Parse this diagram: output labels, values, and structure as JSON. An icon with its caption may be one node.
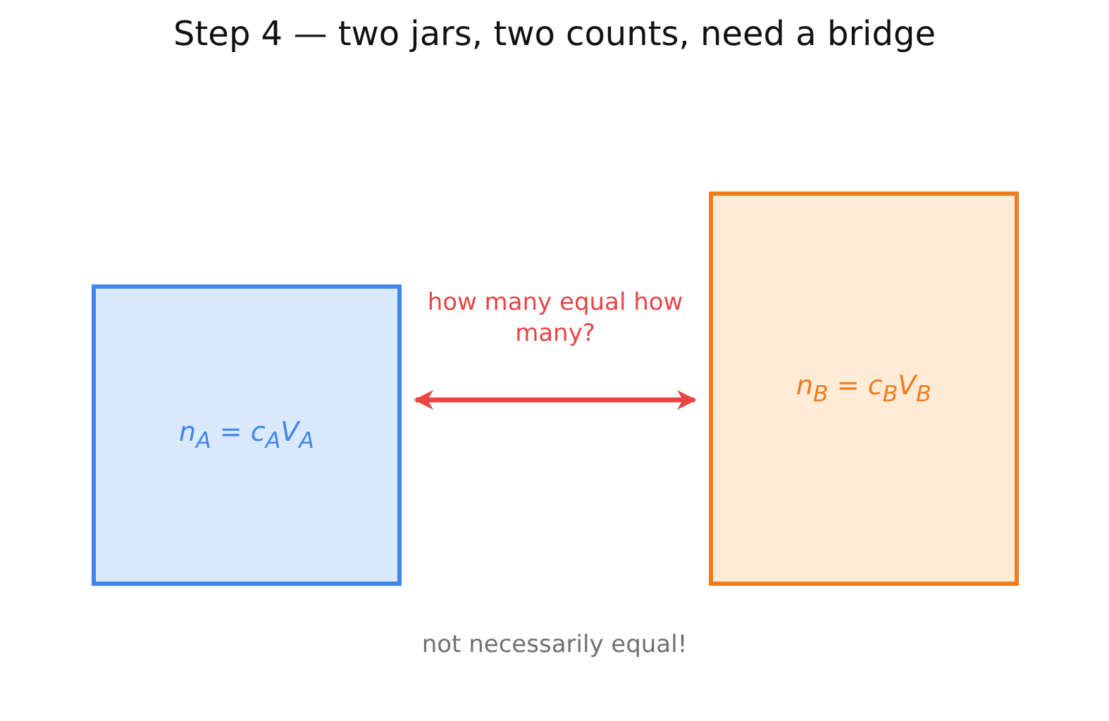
{
  "diagram": {
    "title": "Step 4 — two jars, two counts, need a bridge",
    "nodes": [
      {
        "text": [
          "n$_{A}$ = c$_{A}$V$_{A}$"
        ]
      },
      {
        "text": [
          "n$_{B}$ = c$_{B}$V$_{B}$"
        ]
      }
    ],
    "edges": [
      {
        "from": 0,
        "to": 1,
        "arrow": "both",
        "label": "how many equal how many?",
        "color": "#e84545"
      }
    ],
    "labels": [
      "not necessarily equal!"
    ]
  }
}
